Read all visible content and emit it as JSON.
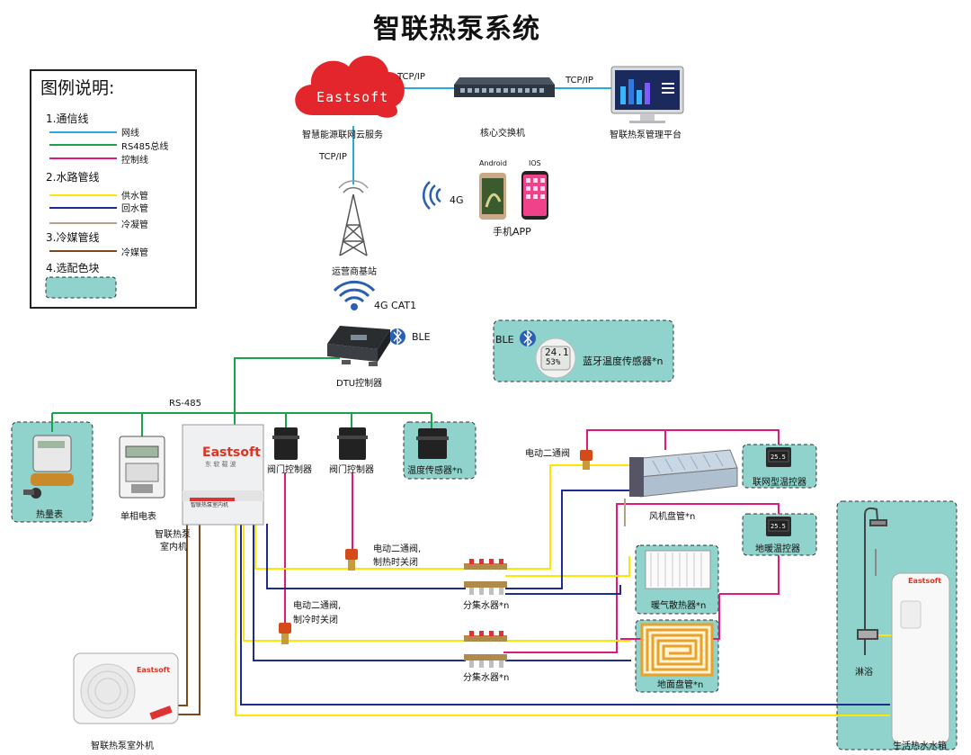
{
  "title": "智联热泵系统",
  "legend": {
    "heading": "图例说明:",
    "sections": [
      {
        "label": "1.通信线",
        "items": [
          {
            "label": "网线",
            "color": "#29a9e1"
          },
          {
            "label": "RS485总线",
            "color": "#1aa34a"
          },
          {
            "label": "控制线",
            "color": "#e0197a"
          }
        ]
      },
      {
        "label": "2.水路管线",
        "items": [
          {
            "label": "供水管",
            "color": "#ffe600"
          },
          {
            "label": "回水管",
            "color": "#1f2c8f"
          },
          {
            "label": "冷凝管",
            "color": "#b8a088"
          }
        ]
      },
      {
        "label": "3.冷媒管线",
        "items": [
          {
            "label": "冷媒管",
            "color": "#7a4a1e"
          }
        ]
      },
      {
        "label": "4.选配色块",
        "items": []
      }
    ],
    "optional_color": "#8fd3cc"
  },
  "network": {
    "cloud_brand": "Eastsoft",
    "cloud_label": "智慧能源联网云服务",
    "switch_label": "核心交换机",
    "platform_label": "智联热泵管理平台",
    "tcpip_1": "TCP/IP",
    "tcpip_2": "TCP/IP",
    "tcpip_3": "TCP/IP",
    "tower_label": "运营商基站",
    "app_4g": "4G",
    "android": "Android",
    "ios": "IOS",
    "app_label": "手机APP",
    "dtu_wifi": "4G  CAT1",
    "dtu_ble": "BLE",
    "dtu_label": "DTU控制器",
    "rs485": "RS-485"
  },
  "ble_sensor": {
    "ble": "BLE",
    "temp": "24.1",
    "hum": "53%",
    "label": "蓝牙温度传感器*n"
  },
  "devices": {
    "heat_meter": "热量表",
    "power_meter": "单相电表",
    "indoor_brand": "Eastsoft",
    "indoor_sub": "东 软 载 波",
    "indoor_tag": "智联热泵室内机",
    "indoor_label_1": "智联热泵",
    "indoor_label_2": "室内机",
    "valve_ctrl_1": "阀门控制器",
    "valve_ctrl_2": "阀门控制器",
    "temp_sensor": "温度传感器*n",
    "valve_top": "电动二通阀",
    "fan_coil": "风机盘管*n",
    "net_thermostat": "联网型温控器",
    "floor_thermostat": "地暖温控器",
    "valve_heat_1": "电动二通阀,",
    "valve_heat_2": "制热时关闭",
    "valve_cool_1": "电动二通阀,",
    "valve_cool_2": "制冷时关闭",
    "manifold_1": "分集水器*n",
    "manifold_2": "分集水器*n",
    "radiator": "暖气散热器*n",
    "floor_coil": "地面盘管*n",
    "shower": "淋浴",
    "tank": "生活热水水箱",
    "tank_brand": "Eastsoft",
    "outdoor_brand": "Eastsoft",
    "outdoor_label": "智联热泵室外机",
    "thermo_reading": "25.5"
  }
}
